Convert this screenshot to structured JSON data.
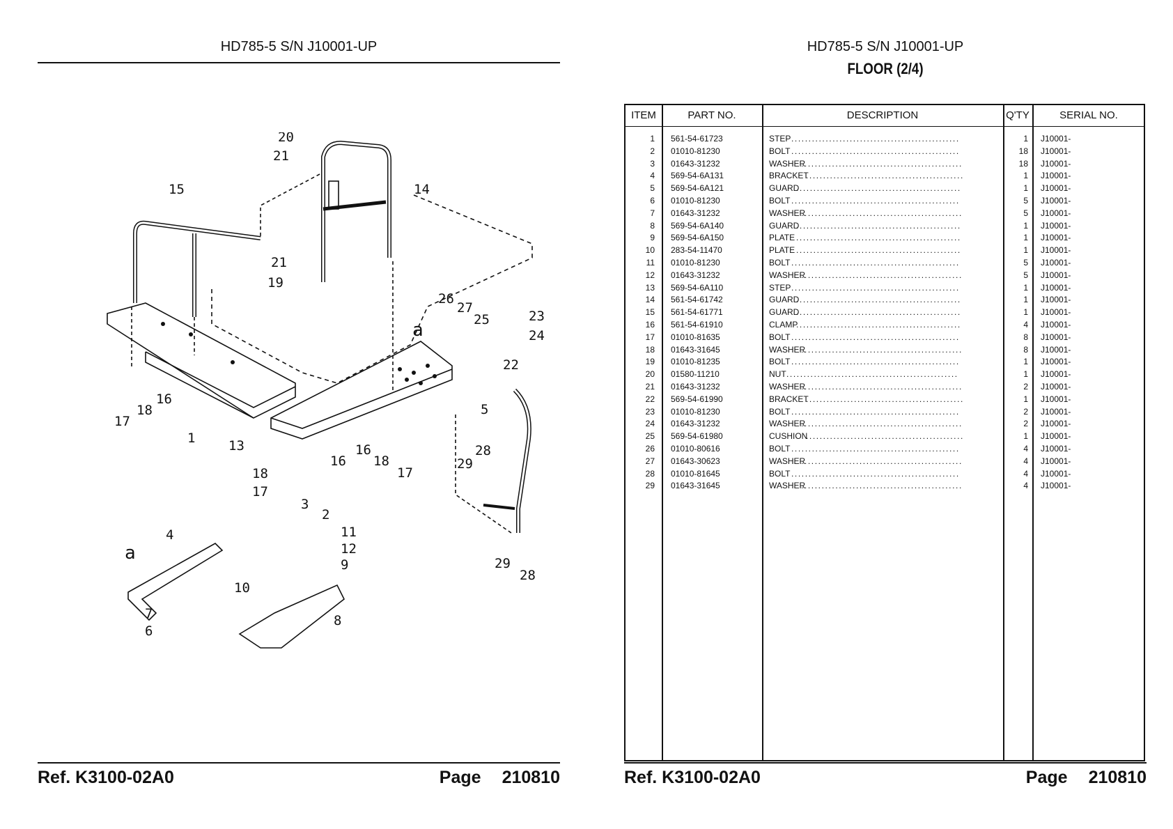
{
  "header": {
    "model": "HD785-5 S/N J10001-UP"
  },
  "right_title": "FLOOR (2/4)",
  "footer": {
    "ref": "Ref.  K3100-02A0",
    "page_label": "Page",
    "page_number": "210810"
  },
  "table": {
    "columns": [
      "ITEM",
      "PART NO.",
      "DESCRIPTION",
      "Q'TY",
      "SERIAL NO."
    ],
    "rows": [
      {
        "item": "1",
        "part": "561-54-61723",
        "desc": "STEP",
        "qty": "1",
        "serial": "J10001-"
      },
      {
        "item": "2",
        "part": "01010-81230",
        "desc": "BOLT",
        "qty": "18",
        "serial": "J10001-"
      },
      {
        "item": "3",
        "part": "01643-31232",
        "desc": "WASHER",
        "qty": "18",
        "serial": "J10001-"
      },
      {
        "item": "4",
        "part": "569-54-6A131",
        "desc": "BRACKET",
        "qty": "1",
        "serial": "J10001-"
      },
      {
        "item": "5",
        "part": "569-54-6A121",
        "desc": "GUARD",
        "qty": "1",
        "serial": "J10001-"
      },
      {
        "item": "6",
        "part": "01010-81230",
        "desc": "BOLT",
        "qty": "5",
        "serial": "J10001-"
      },
      {
        "item": "7",
        "part": "01643-31232",
        "desc": "WASHER",
        "qty": "5",
        "serial": "J10001-"
      },
      {
        "item": "8",
        "part": "569-54-6A140",
        "desc": "GUARD",
        "qty": "1",
        "serial": "J10001-"
      },
      {
        "item": "9",
        "part": "569-54-6A150",
        "desc": "PLATE",
        "qty": "1",
        "serial": "J10001-"
      },
      {
        "item": "10",
        "part": "283-54-11470",
        "desc": "PLATE",
        "qty": "1",
        "serial": "J10001-"
      },
      {
        "item": "11",
        "part": "01010-81230",
        "desc": "BOLT",
        "qty": "5",
        "serial": "J10001-"
      },
      {
        "item": "12",
        "part": "01643-31232",
        "desc": "WASHER",
        "qty": "5",
        "serial": "J10001-"
      },
      {
        "item": "13",
        "part": "569-54-6A110",
        "desc": "STEP",
        "qty": "1",
        "serial": "J10001-"
      },
      {
        "item": "14",
        "part": "561-54-61742",
        "desc": "GUARD",
        "qty": "1",
        "serial": "J10001-"
      },
      {
        "item": "15",
        "part": "561-54-61771",
        "desc": "GUARD",
        "qty": "1",
        "serial": "J10001-"
      },
      {
        "item": "16",
        "part": "561-54-61910",
        "desc": "CLAMP",
        "qty": "4",
        "serial": "J10001-"
      },
      {
        "item": "17",
        "part": "01010-81635",
        "desc": "BOLT",
        "qty": "8",
        "serial": "J10001-"
      },
      {
        "item": "18",
        "part": "01643-31645",
        "desc": "WASHER",
        "qty": "8",
        "serial": "J10001-"
      },
      {
        "item": "19",
        "part": "01010-81235",
        "desc": "BOLT",
        "qty": "1",
        "serial": "J10001-"
      },
      {
        "item": "20",
        "part": "01580-11210",
        "desc": "NUT",
        "qty": "1",
        "serial": "J10001-"
      },
      {
        "item": "21",
        "part": "01643-31232",
        "desc": "WASHER",
        "qty": "2",
        "serial": "J10001-"
      },
      {
        "item": "22",
        "part": "569-54-61990",
        "desc": "BRACKET",
        "qty": "1",
        "serial": "J10001-"
      },
      {
        "item": "23",
        "part": "01010-81230",
        "desc": "BOLT",
        "qty": "2",
        "serial": "J10001-"
      },
      {
        "item": "24",
        "part": "01643-31232",
        "desc": "WASHER",
        "qty": "2",
        "serial": "J10001-"
      },
      {
        "item": "25",
        "part": "569-54-61980",
        "desc": "CUSHION",
        "qty": "1",
        "serial": "J10001-"
      },
      {
        "item": "26",
        "part": "01010-80616",
        "desc": "BOLT",
        "qty": "4",
        "serial": "J10001-"
      },
      {
        "item": "27",
        "part": "01643-30623",
        "desc": "WASHER",
        "qty": "4",
        "serial": "J10001-"
      },
      {
        "item": "28",
        "part": "01010-81645",
        "desc": "BOLT",
        "qty": "4",
        "serial": "J10001-"
      },
      {
        "item": "29",
        "part": "01643-31645",
        "desc": "WASHER",
        "qty": "4",
        "serial": "J10001-"
      }
    ]
  },
  "callouts": [
    "1",
    "2",
    "3",
    "4",
    "5",
    "6",
    "7",
    "8",
    "9",
    "10",
    "11",
    "12",
    "13",
    "14",
    "15",
    "16",
    "16",
    "16",
    "17",
    "17",
    "17",
    "18",
    "18",
    "18",
    "19",
    "20",
    "21",
    "21",
    "22",
    "23",
    "24",
    "25",
    "26",
    "27",
    "28",
    "28",
    "29",
    "29",
    "a",
    "a"
  ]
}
